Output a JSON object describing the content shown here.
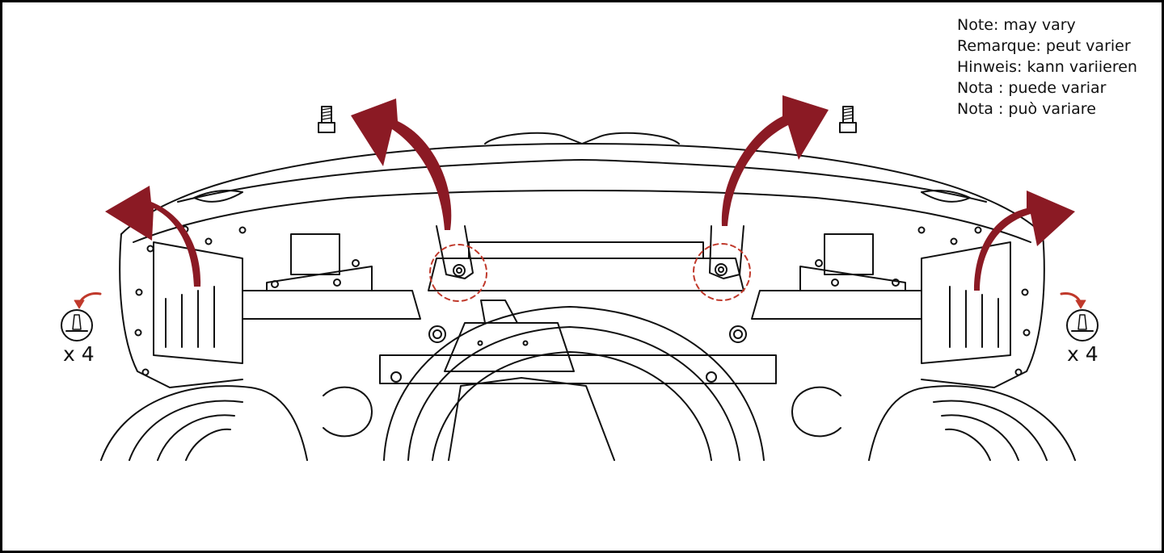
{
  "notes": [
    "Note: may vary",
    "Remarque: peut varier",
    "Hinweis: kann variieren",
    "Nota : puede variar",
    "Nota : può variare"
  ],
  "fasteners": {
    "left_count": "x 4",
    "right_count": "x 4"
  },
  "colors": {
    "arrow": "#8b1a24",
    "line": "#111111",
    "highlight": "#c0392b"
  },
  "icons": [
    "push-pin-clip-icon",
    "bolt-icon",
    "removal-arrow-icon",
    "rotate-arrow-icon"
  ]
}
